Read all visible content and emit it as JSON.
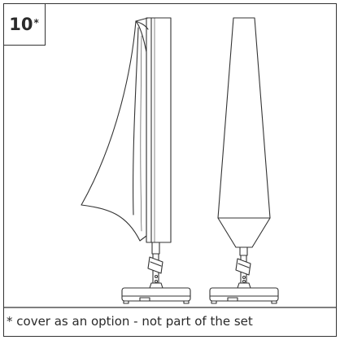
{
  "step": {
    "number": "10",
    "marker": "*"
  },
  "footnote": "* cover as an option - not part of the set",
  "colors": {
    "line": "#333333",
    "background": "#ffffff"
  },
  "figures": [
    {
      "name": "parasol-cover-being-fitted"
    },
    {
      "name": "parasol-fully-covered"
    }
  ]
}
